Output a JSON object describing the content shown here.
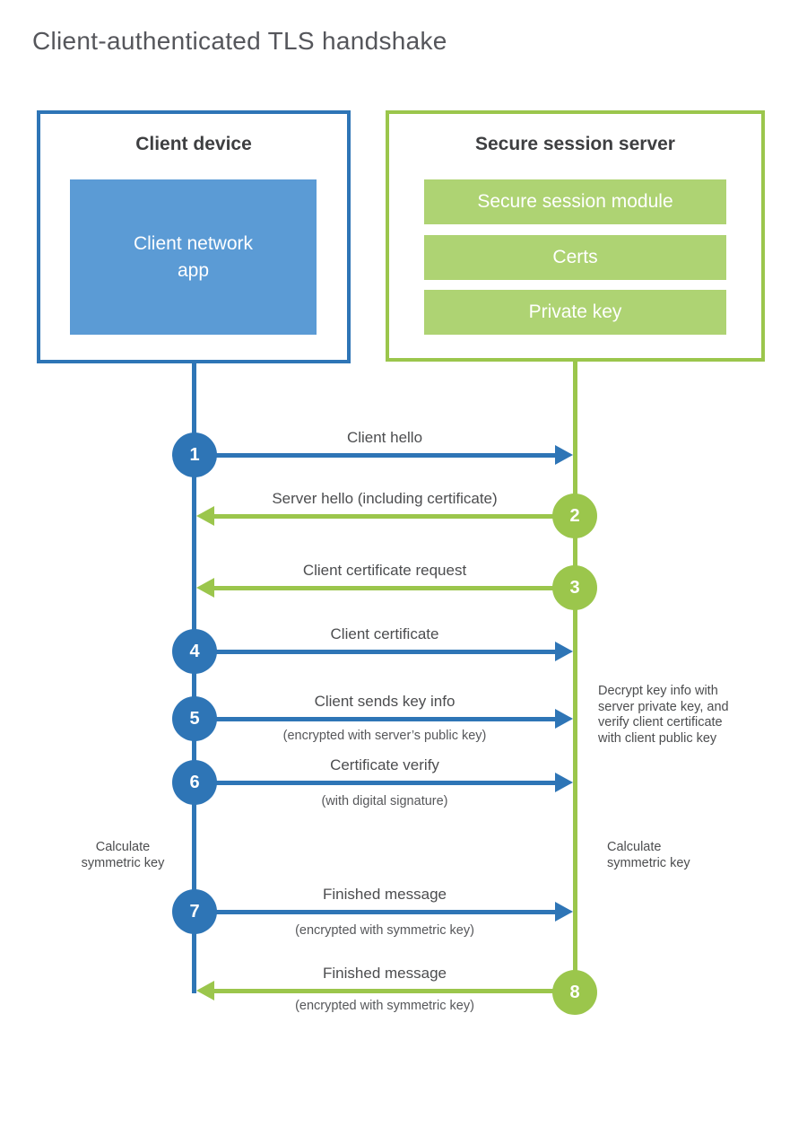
{
  "title": "Client-authenticated TLS handshake",
  "colors": {
    "blue": "#2E75B6",
    "blue_light": "#5B9BD5",
    "green": "#9BC64C",
    "green_light": "#AED373"
  },
  "client": {
    "heading": "Client device",
    "app": "Client network\napp"
  },
  "server": {
    "heading": "Secure session server",
    "modules": [
      "Secure session module",
      "Certs",
      "Private key"
    ]
  },
  "steps": [
    {
      "num": "1",
      "from": "client",
      "label": "Client hello",
      "sub": ""
    },
    {
      "num": "2",
      "from": "server",
      "label": "Server hello (including certificate)",
      "sub": ""
    },
    {
      "num": "3",
      "from": "server",
      "label": "Client certificate request",
      "sub": ""
    },
    {
      "num": "4",
      "from": "client",
      "label": "Client certificate",
      "sub": ""
    },
    {
      "num": "5",
      "from": "client",
      "label": "Client sends key info",
      "sub": "(encrypted with server’s public key)"
    },
    {
      "num": "6",
      "from": "client",
      "label": "Certificate verify",
      "sub": "(with digital signature)"
    },
    {
      "num": "7",
      "from": "client",
      "label": "Finished message",
      "sub": "(encrypted with symmetric key)"
    },
    {
      "num": "8",
      "from": "server",
      "label": "Finished message",
      "sub": "(encrypted with symmetric key)"
    }
  ],
  "notes": {
    "decrypt": "Decrypt key info with\nserver private key, and\nverify client certificate\nwith client public key",
    "calc_client": "Calculate\nsymmetric key",
    "calc_server": "Calculate\nsymmetric key"
  }
}
